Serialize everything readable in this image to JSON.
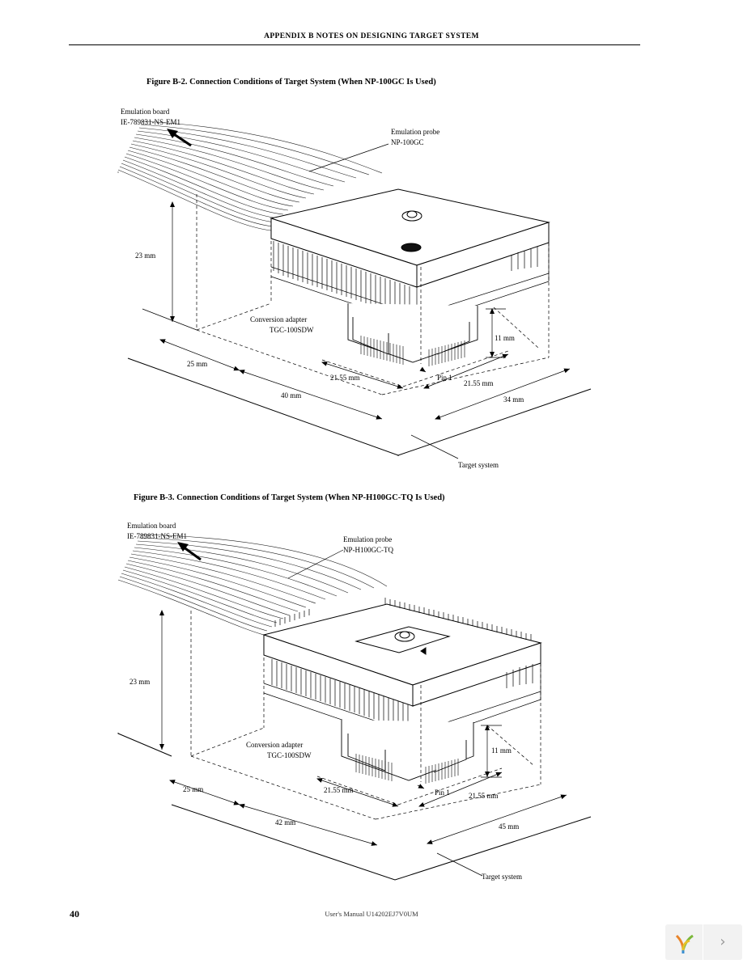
{
  "header": {
    "title": "APPENDIX  B   NOTES ON DESIGNING TARGET SYSTEM"
  },
  "figures": [
    {
      "title": "Figure B-2.  Connection Conditions of Target System (When NP-100GC Is Used)",
      "labels": {
        "emulation_board_1": "Emulation board",
        "emulation_board_2": "IE-789831-NS-EM1",
        "probe_1": "Emulation probe",
        "probe_2": "NP-100GC",
        "height": "23 mm",
        "adapter_1": "Conversion adapter",
        "adapter_2": "TGC-100SDW",
        "pin1": "Pin 1",
        "depth_adapter": "11 mm",
        "dim_left": "25 mm",
        "dim_a": "21.55 mm",
        "dim_b": "21.55 mm",
        "dim_total": "40 mm",
        "dim_right": "34 mm",
        "target": "Target system"
      }
    },
    {
      "title": "Figure B-3.  Connection Conditions of Target System (When NP-H100GC-TQ Is Used)",
      "labels": {
        "emulation_board_1": "Emulation board",
        "emulation_board_2": "IE-789831-NS-EM1",
        "probe_1": "Emulation probe",
        "probe_2": "NP-H100GC-TQ",
        "height": "23 mm",
        "adapter_1": "Conversion adapter",
        "adapter_2": "TGC-100SDW",
        "pin1": "Pin 1",
        "depth_adapter": "11 mm",
        "dim_left": "25 mm",
        "dim_a": "21.55 mm",
        "dim_b": "21.55 mm",
        "dim_total": "42 mm",
        "dim_right": "45 mm",
        "target": "Target system"
      }
    }
  ],
  "footer": {
    "page_number": "40",
    "manual_id": "User's Manual  U14202EJ7V0UM"
  },
  "viewer": {
    "next_icon": "›"
  }
}
